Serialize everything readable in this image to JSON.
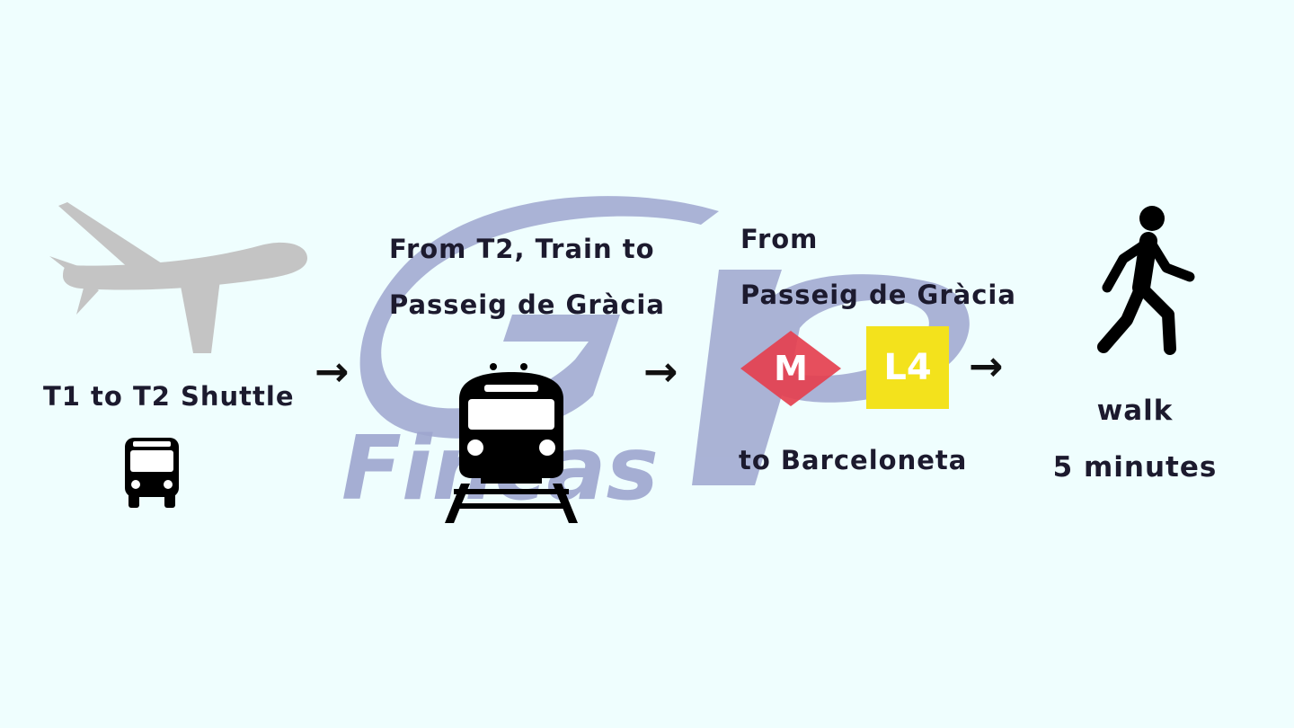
{
  "steps": {
    "shuttle": {
      "label": "T1 to T2 Shuttle"
    },
    "train": {
      "line1": "From T2, Train to",
      "line2": "Passeig de Gràcia"
    },
    "metro": {
      "from_label": "From",
      "station": "Passeig de Gràcia",
      "to_label": "to Barceloneta",
      "metro_letter": "M",
      "line_badge": "L4",
      "metro_color": "#e5404f",
      "line_color": "#f3e21c"
    },
    "walk": {
      "line1": "walk",
      "line2": "5 minutes"
    }
  },
  "arrows": [
    "→",
    "→",
    "→"
  ],
  "icons": [
    "airplane-icon",
    "bus-icon",
    "train-icon",
    "metro-icon",
    "walking-person-icon"
  ],
  "watermark": {
    "monogram": "GP",
    "text": "Fincas",
    "color": "#9ea6cf"
  },
  "colors": {
    "background": "#effefe",
    "text": "#1c1a2e",
    "plane": "#c4c4c4"
  }
}
